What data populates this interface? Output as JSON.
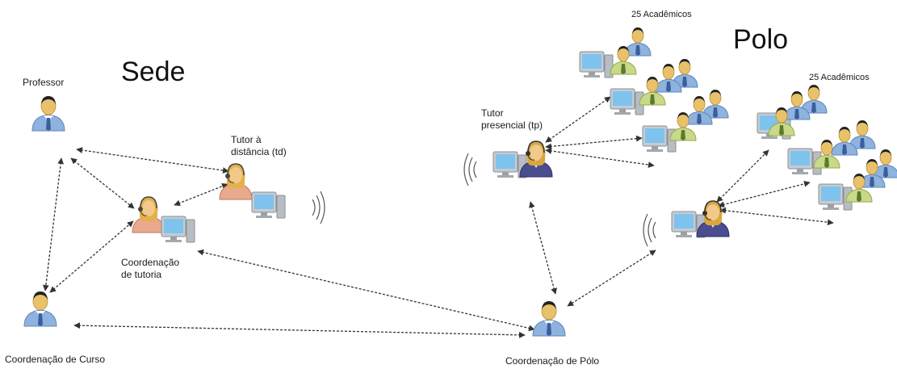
{
  "sections": {
    "sede": "Sede",
    "polo": "Polo"
  },
  "nodes": {
    "professor": "Professor",
    "tutor_distancia": "Tutor à\ndistância (td)",
    "coordenacao_tutoria": "Coordenação\nde tutoria",
    "coordenacao_curso": "Coordenação de Curso",
    "tutor_presencial": "Tutor\npresencial (tp)",
    "coordenacao_polo": "Coordenação de Pólo",
    "academicos_1": "25 Acadêmicos",
    "academicos_2": "25 Acadêmicos"
  },
  "colors": {
    "blue_person": "#8fb3df",
    "green_person": "#c9d98a",
    "orange_headset": "#e8a98d",
    "purple_headset": "#4a4d8e",
    "monitor": "#7ec3ee",
    "arrow": "#333333"
  },
  "icons": {
    "person": "user-icon",
    "computer": "computer-icon",
    "headset": "headset-icon",
    "signal": "signal-waves-icon"
  }
}
